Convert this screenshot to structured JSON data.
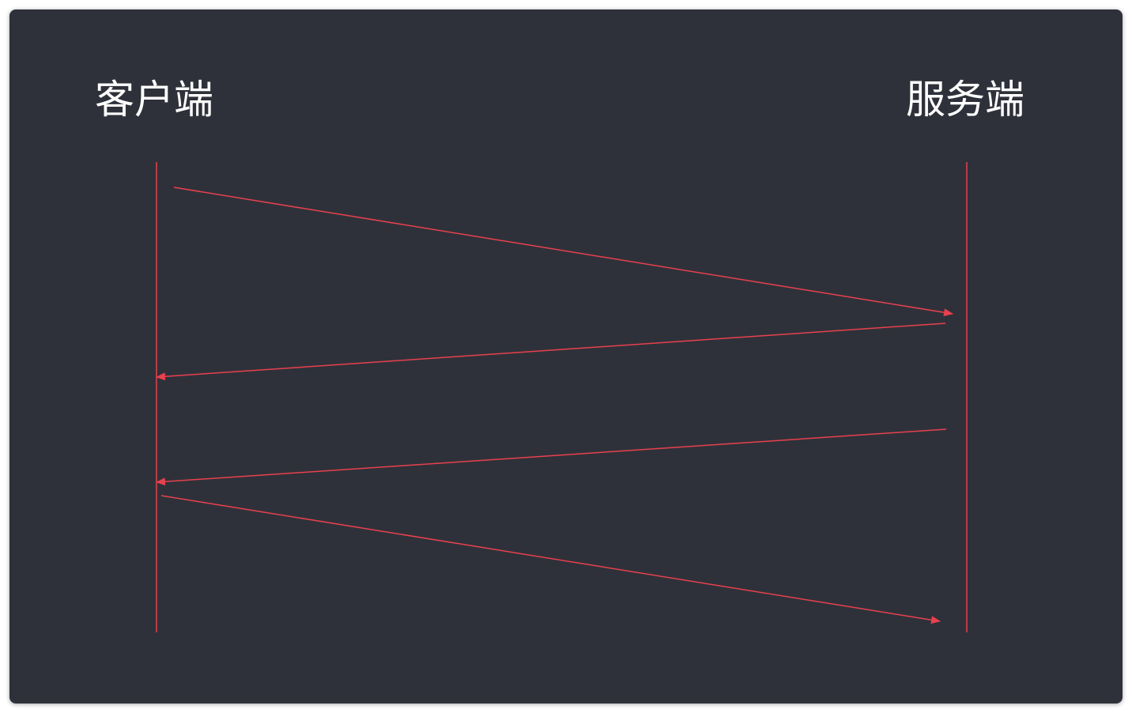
{
  "diagram": {
    "client_label": "客户端",
    "server_label": "服务端",
    "colors": {
      "background": "#2f313a",
      "line": "#e8414e",
      "text": "#ffffff"
    },
    "messages": [
      {
        "from": "client",
        "to": "server"
      },
      {
        "from": "server",
        "to": "client"
      },
      {
        "from": "server",
        "to": "client"
      },
      {
        "from": "client",
        "to": "server"
      }
    ]
  }
}
